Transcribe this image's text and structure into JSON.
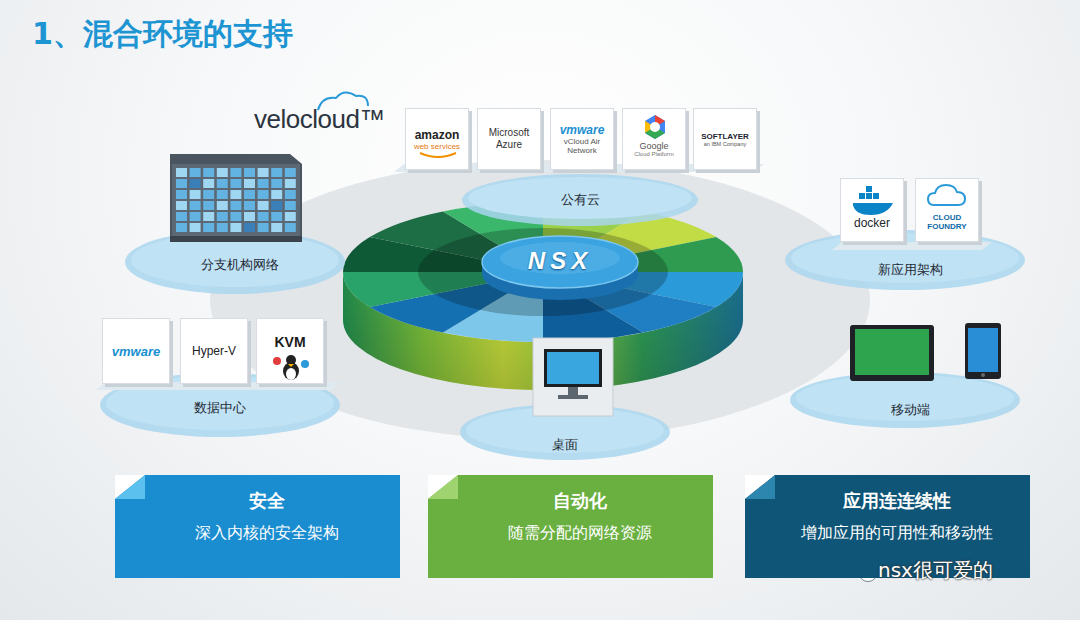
{
  "diagram": {
    "title": "1、混合环境的支持",
    "nodes": [
      {
        "text": [
          "公有云"
        ]
      },
      {
        "text": [
          "amazon",
          "web services"
        ],
        "in": 0
      },
      {
        "text": [
          "Microsoft Azure"
        ],
        "in": 0
      },
      {
        "text": [
          "vmware",
          "vCloud Air Network"
        ],
        "in": 0
      },
      {
        "text": [
          "Google",
          "Cloud Platform"
        ],
        "in": 0
      },
      {
        "text": [
          "SOFTLAYER",
          "an IBM Company"
        ],
        "in": 0
      },
      {
        "text": [
          "分支机构网络"
        ]
      },
      {
        "text": [
          "新应用架构"
        ]
      },
      {
        "text": [
          "docker"
        ],
        "in": 7
      },
      {
        "text": [
          "CLOUD FOUNDRY"
        ],
        "in": 7
      },
      {
        "text": [
          "NSX"
        ]
      },
      {
        "text": [
          "数据中心"
        ]
      },
      {
        "text": [
          "vmware"
        ],
        "in": 11
      },
      {
        "text": [
          "Hyper-V"
        ],
        "in": 11
      },
      {
        "text": [
          "KVM"
        ],
        "in": 11
      },
      {
        "text": [
          "桌面"
        ]
      },
      {
        "text": [
          "移动端"
        ]
      },
      {
        "text": [
          "安全",
          "深入内核的安全架构"
        ]
      },
      {
        "text": [
          "自动化",
          "随需分配的网络资源"
        ]
      },
      {
        "text": [
          "应用连连续性",
          "增加应用的可用性和移动性"
        ]
      }
    ],
    "labels": [
      "velocloud™",
      "nsx很可爱的"
    ]
  }
}
